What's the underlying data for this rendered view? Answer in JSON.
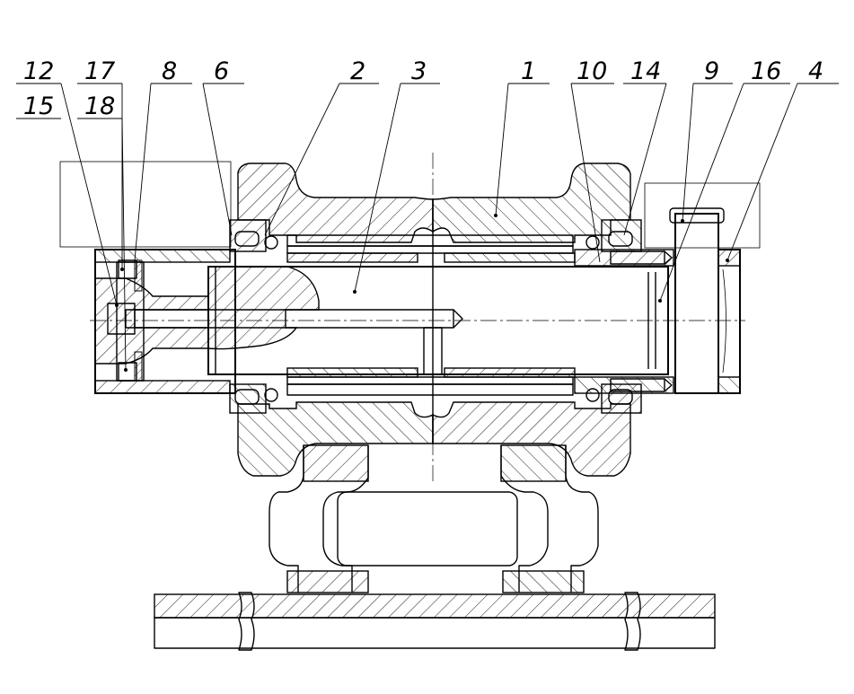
{
  "drawing": {
    "background": "#ffffff",
    "line_color": "#000000",
    "callouts": [
      {
        "label": "12"
      },
      {
        "label": "17"
      },
      {
        "label": "8"
      },
      {
        "label": "6"
      },
      {
        "label": "2"
      },
      {
        "label": "3"
      },
      {
        "label": "1"
      },
      {
        "label": "10"
      },
      {
        "label": "14"
      },
      {
        "label": "9"
      },
      {
        "label": "16"
      },
      {
        "label": "4"
      },
      {
        "label": "15"
      },
      {
        "label": "18"
      }
    ]
  }
}
